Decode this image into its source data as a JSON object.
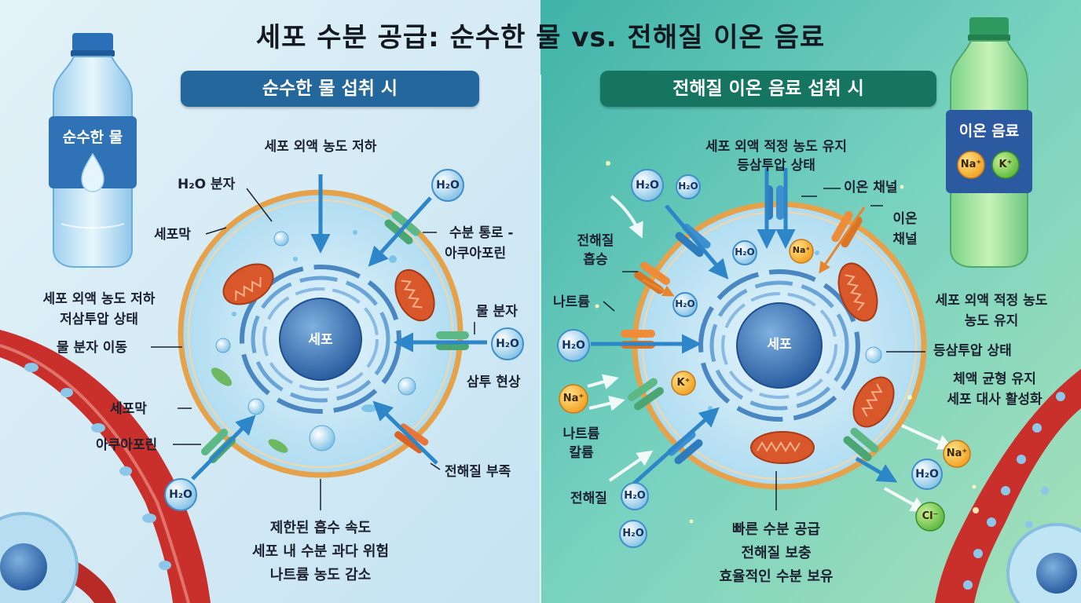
{
  "title": "세포 수분 공급: 순수한 물 vs. 전해질 이온 음료",
  "colors": {
    "left_bg": "#d7ecf6",
    "right_bg": "#6fcdb9",
    "left_banner": "#23679c",
    "right_banner": "#167561",
    "membrane": "#e6a24a",
    "cytoplasm": "#c3e6f6",
    "nucleus": "#3d7bc1",
    "mitochondria": "#d9582b",
    "aquaporin": "#5cb885",
    "ion_channel": "#ef8c3a",
    "blood_vessel": "#c9302c",
    "arrow": "#2d86c8"
  },
  "left": {
    "banner": "순수한 물 섭취 시",
    "bottle_label": "순수한 물",
    "cell_label": "세포",
    "labels": {
      "top": "세포 외액 농도 저하",
      "h2o_molecule": "H₂O 분자",
      "membrane_top": "세포막",
      "channel": "수분 통로 -",
      "channel_2": "아쿠아포린",
      "state_1": "세포 외액 농도 저하",
      "state_2": "저삼투압 상태",
      "movement": "물 분자 이동",
      "water_molecule": "물 분자",
      "osmosis": "삼투 현상",
      "membrane_bottom": "세포막",
      "aquaporin": "아쿠아포린",
      "lack": "전해질 부족",
      "bottom_1": "제한된 흡수 속도",
      "bottom_2": "세포 내 수분 과다 위험",
      "bottom_3": "나트륨 농도 감소"
    },
    "molecules": [
      "H₂O",
      "H₂O",
      "H₂O"
    ]
  },
  "right": {
    "banner": "전해질 이온 음료 섭취 시",
    "bottle_label": "이온 음료",
    "bottle_ions": [
      "Na⁺",
      "K⁺"
    ],
    "cell_label": "세포",
    "labels": {
      "top_1": "세포 외액 적정 농도 유지",
      "top_2": "등삼투압 상태",
      "ion_channel": "이온 채널",
      "ion_channel_2a": "이온",
      "ion_channel_2b": "채널",
      "absorb_1": "전해질",
      "absorb_2": "흡승",
      "sodium": "나트륨",
      "state_1": "세포 외액 적정 농도",
      "state_2": "농도 유지",
      "isotonic": "등삼투압 상태",
      "balance_1": "체액 균형 유지",
      "balance_2": "세포 대사 활성화",
      "sodium_potassium_1": "나트륨",
      "sodium_potassium_2": "칼륨",
      "electrolyte": "전해질",
      "bottom_1": "빠른 수분 공급",
      "bottom_2": "전해질 보충",
      "bottom_3": "효율적인 수분 보유"
    },
    "molecules": [
      "H₂O",
      "H₂O",
      "H₂O",
      "H₂O",
      "H₂O",
      "H₂O",
      "H₂O",
      "H₂O"
    ],
    "ions": [
      "Na⁺",
      "K⁺",
      "Na⁺",
      "Na⁺",
      "Cl⁻"
    ]
  }
}
